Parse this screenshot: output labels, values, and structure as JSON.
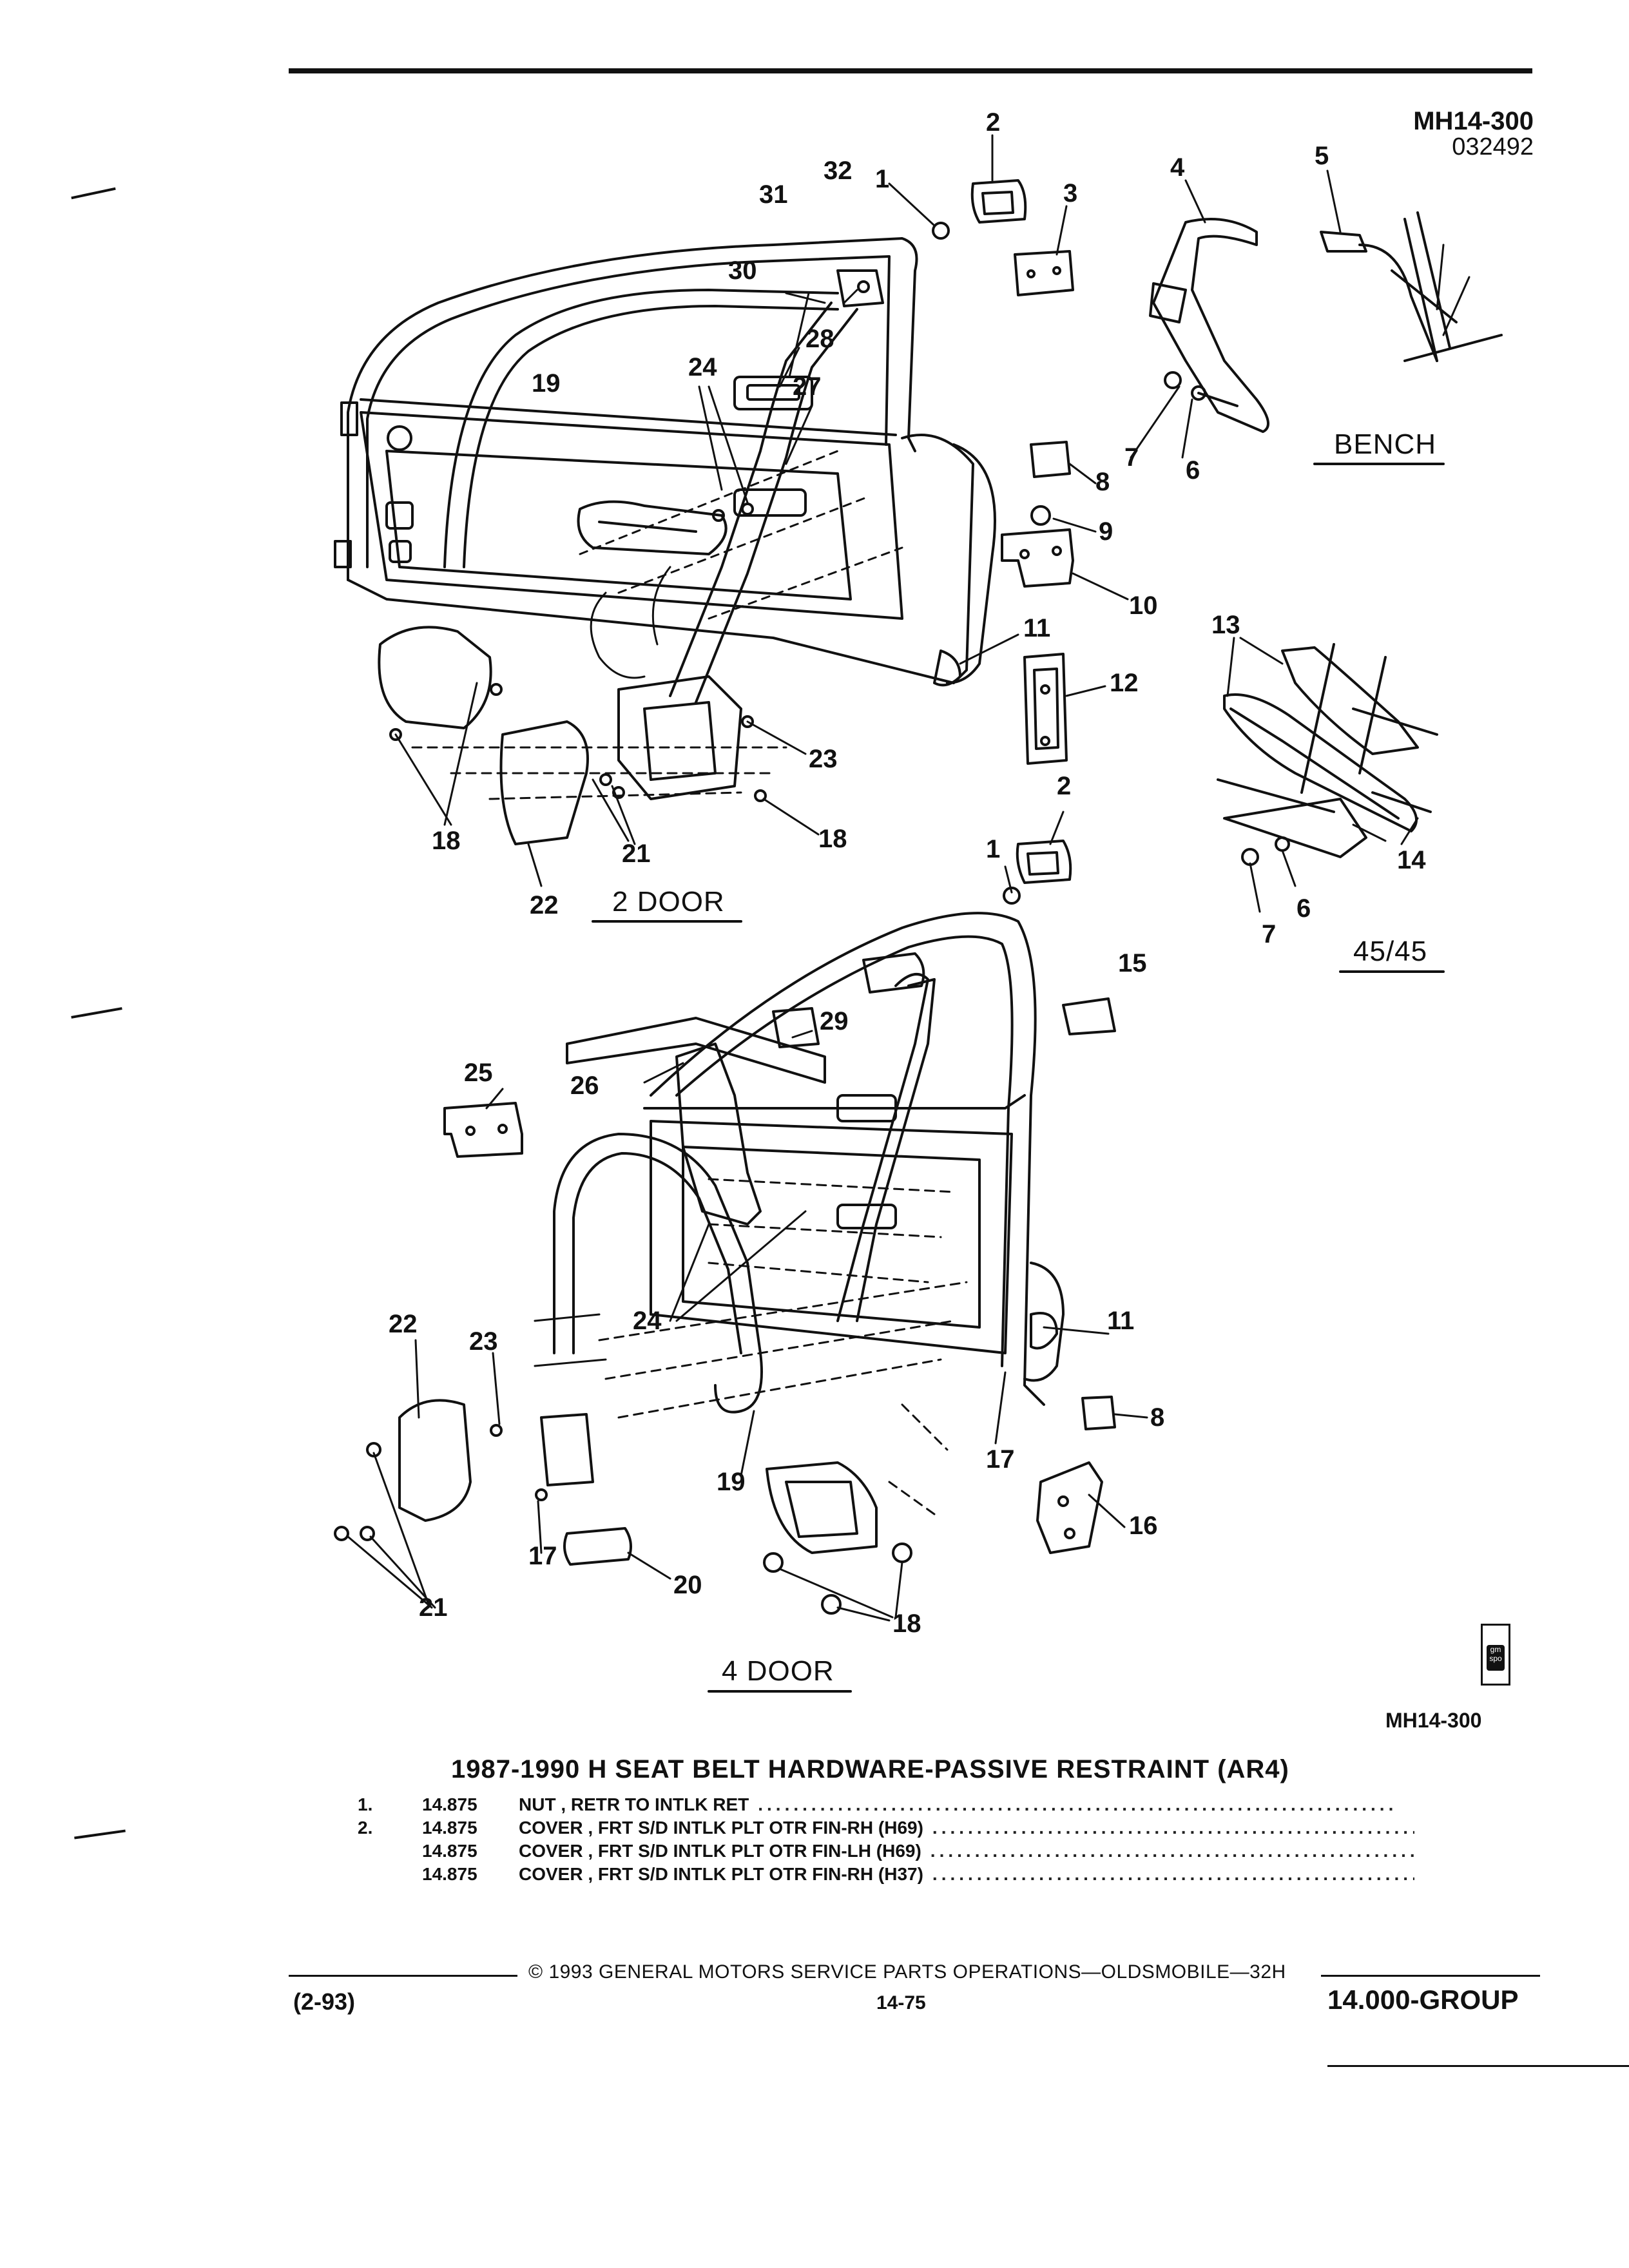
{
  "header": {
    "code_line1": "MH14-300",
    "code_line2": "032492"
  },
  "subtitles": {
    "bench": "BENCH",
    "two_door": "2 DOOR",
    "split_seat": "45/45",
    "four_door": "4 DOOR"
  },
  "callouts": {
    "c1": "1",
    "c2": "2",
    "c3": "3",
    "c4": "4",
    "c5": "5",
    "c6": "6",
    "c7": "7",
    "c8": "8",
    "c9": "9",
    "c10": "10",
    "c11": "11",
    "c12": "12",
    "c13": "13",
    "c14": "14",
    "c15": "15",
    "c16": "16",
    "c17": "17",
    "c18": "18",
    "c19": "19",
    "c20": "20",
    "c21": "21",
    "c22": "22",
    "c23": "23",
    "c24": "24",
    "c25": "25",
    "c26": "26",
    "c27": "27",
    "c28": "28",
    "c29": "29",
    "c30": "30",
    "c31": "31",
    "c32": "32"
  },
  "figure_code": "MH14-300",
  "parts_list": {
    "title": "1987-1990 H SEAT BELT HARDWARE-PASSIVE RESTRAINT (AR4)",
    "rows": [
      {
        "num": "1.",
        "code": "14.875",
        "desc": "NUT , RETR TO INTLK RET"
      },
      {
        "num": "2.",
        "code": "14.875",
        "desc": "COVER , FRT S/D INTLK PLT OTR FIN-RH (H69)"
      },
      {
        "num": "",
        "code": "14.875",
        "desc": "COVER , FRT S/D INTLK PLT OTR FIN-LH (H69)"
      },
      {
        "num": "",
        "code": "14.875",
        "desc": "COVER , FRT S/D INTLK PLT OTR FIN-RH (H37)"
      }
    ],
    "leader": "........................................................................"
  },
  "footer": {
    "copyright": "© 1993 GENERAL MOTORS SERVICE PARTS OPERATIONS—OLDSMOBILE—32H",
    "date": "(2-93)",
    "page": "14-75",
    "group": "14.000-GROUP"
  },
  "logo": {
    "text": "gm spo"
  }
}
